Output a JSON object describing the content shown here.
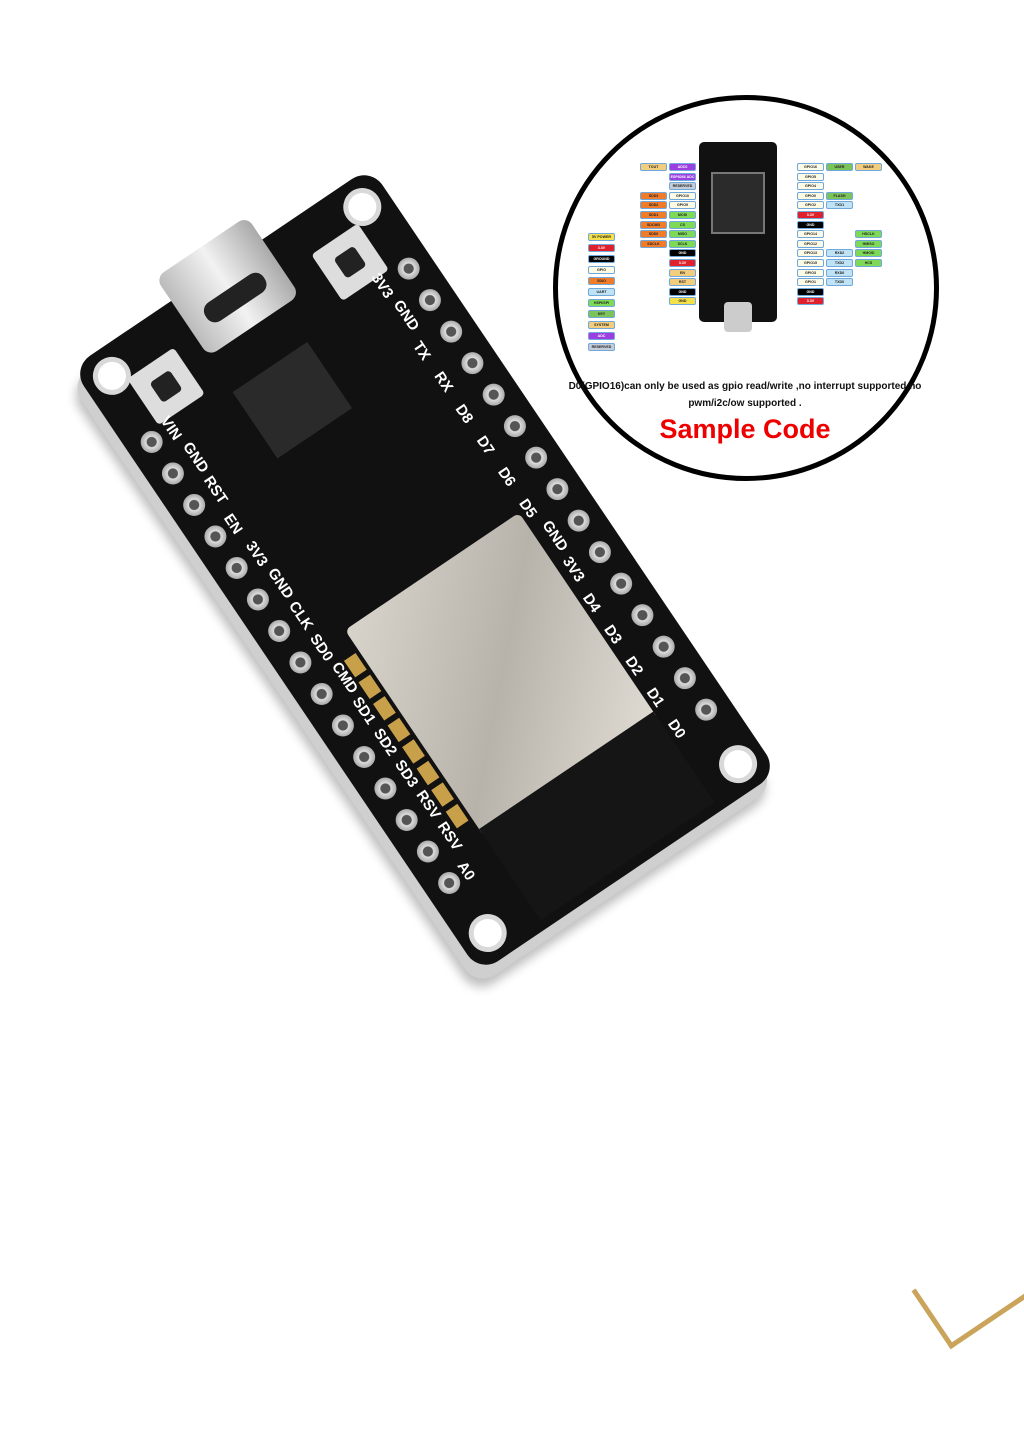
{
  "board": {
    "left_pins": [
      "VIN",
      "GND",
      "RST",
      "EN",
      "3V3",
      "GND",
      "CLK",
      "SD0",
      "CMD",
      "SD1",
      "SD2",
      "SD3",
      "RSV",
      "RSV",
      "A0"
    ],
    "right_pins": [
      "3V3",
      "GND",
      "TX",
      "RX",
      "D8",
      "D7",
      "D6",
      "D5",
      "GND",
      "3V3",
      "D4",
      "D3",
      "D2",
      "D1",
      "D0"
    ]
  },
  "inset": {
    "legend": [
      {
        "label": "5V POWER",
        "color": "#f5e04a"
      },
      {
        "label": "3.3V",
        "color": "#e0202a"
      },
      {
        "label": "GROUND",
        "color": "#000000"
      },
      {
        "label": "GPIO",
        "color": "#fdfbe6"
      },
      {
        "label": "SDIO",
        "color": "#f07c2a"
      },
      {
        "label": "UART",
        "color": "#bfe3f5"
      },
      {
        "label": "HSPI/SPI",
        "color": "#7ed957"
      },
      {
        "label": "KEY",
        "color": "#7cc35a"
      },
      {
        "label": "SYSTEM",
        "color": "#f3cd7e"
      },
      {
        "label": "ADC",
        "color": "#9b3fe0"
      },
      {
        "label": "RESERVED",
        "color": "#c5cdd8"
      }
    ],
    "left_rows": [
      [
        {
          "label": "TOUT",
          "color": "#f3cd7e"
        },
        {
          "label": "ADC0",
          "color": "#9b3fe0"
        }
      ],
      [
        null,
        {
          "label": "ESP8266 ADC",
          "color": "#9b3fe0"
        }
      ],
      [
        null,
        {
          "label": "RESERVED",
          "color": "#c5cdd8"
        }
      ],
      [
        {
          "label": "SDD3",
          "color": "#f07c2a"
        },
        {
          "label": "GPIO10",
          "color": "#fdfbe6"
        }
      ],
      [
        {
          "label": "SDD2",
          "color": "#f07c2a"
        },
        {
          "label": "GPIO9",
          "color": "#fdfbe6"
        }
      ],
      [
        {
          "label": "SDD1",
          "color": "#f07c2a"
        },
        {
          "label": "MOSI",
          "color": "#7ed957"
        }
      ],
      [
        {
          "label": "SDCMD",
          "color": "#f07c2a"
        },
        {
          "label": "CS",
          "color": "#7ed957"
        }
      ],
      [
        {
          "label": "SDD0",
          "color": "#f07c2a"
        },
        {
          "label": "MISO",
          "color": "#7ed957"
        }
      ],
      [
        {
          "label": "SDCLK",
          "color": "#f07c2a"
        },
        {
          "label": "SCLK",
          "color": "#7ed957"
        }
      ],
      [
        null,
        {
          "label": "GND",
          "color": "#000000"
        }
      ],
      [
        null,
        {
          "label": "3.3V",
          "color": "#e0202a"
        }
      ],
      [
        null,
        {
          "label": "EN",
          "color": "#f3cd7e"
        }
      ],
      [
        null,
        {
          "label": "RST",
          "color": "#f3cd7e"
        }
      ],
      [
        null,
        {
          "label": "GND",
          "color": "#000000"
        }
      ],
      [
        null,
        {
          "label": "GND",
          "color": "#f5e04a"
        }
      ]
    ],
    "right_rows": [
      [
        {
          "label": "GPIO16",
          "color": "#fdfbe6"
        },
        {
          "label": "USER",
          "color": "#7cc35a"
        },
        {
          "label": "WAKE",
          "color": "#f3cd7e"
        }
      ],
      [
        {
          "label": "GPIO5",
          "color": "#fdfbe6"
        }
      ],
      [
        {
          "label": "GPIO4",
          "color": "#fdfbe6"
        }
      ],
      [
        {
          "label": "GPIO0",
          "color": "#fdfbe6"
        },
        {
          "label": "FLASH",
          "color": "#7cc35a"
        }
      ],
      [
        {
          "label": "GPIO2",
          "color": "#fdfbe6"
        },
        {
          "label": "TXD1",
          "color": "#bfe3f5"
        }
      ],
      [
        {
          "label": "3.3V",
          "color": "#e0202a"
        }
      ],
      [
        {
          "label": "GND",
          "color": "#000000"
        }
      ],
      [
        {
          "label": "GPIO14",
          "color": "#fdfbe6"
        },
        null,
        {
          "label": "HSCLK",
          "color": "#7ed957"
        }
      ],
      [
        {
          "label": "GPIO12",
          "color": "#fdfbe6"
        },
        null,
        {
          "label": "HMISO",
          "color": "#7ed957"
        }
      ],
      [
        {
          "label": "GPIO13",
          "color": "#fdfbe6"
        },
        {
          "label": "RXD2",
          "color": "#bfe3f5"
        },
        {
          "label": "HMOSI",
          "color": "#7ed957"
        }
      ],
      [
        {
          "label": "GPIO15",
          "color": "#fdfbe6"
        },
        {
          "label": "TXD2",
          "color": "#bfe3f5"
        },
        {
          "label": "HCS",
          "color": "#7ed957"
        }
      ],
      [
        {
          "label": "GPIO3",
          "color": "#fdfbe6"
        },
        {
          "label": "RXD0",
          "color": "#bfe3f5"
        }
      ],
      [
        {
          "label": "GPIO1",
          "color": "#fdfbe6"
        },
        {
          "label": "TXD0",
          "color": "#bfe3f5"
        }
      ],
      [
        {
          "label": "GND",
          "color": "#000000"
        }
      ],
      [
        {
          "label": "3.3V",
          "color": "#e0202a"
        }
      ]
    ],
    "note": "D0(GPIO16)can only be used as gpio read/write ,no interrupt supported,no pwm/i2c/ow supported .",
    "sample_code": "Sample Code"
  }
}
